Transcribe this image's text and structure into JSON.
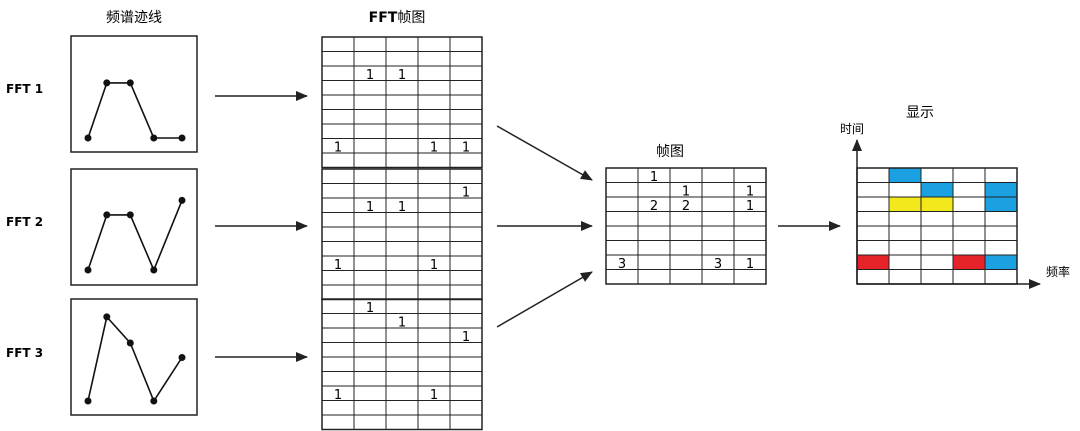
{
  "labels": {
    "spectrum_title": "频谱迹线",
    "fft_frame_title_bold": "FFT",
    "fft_frame_title_rest": "帧图",
    "frame_title": "帧图",
    "display_title": "显示",
    "time_axis": "时间",
    "freq_axis": "频率",
    "fft_rows": [
      "FFT 1",
      "FFT 2",
      "FFT 3"
    ]
  },
  "spectra": [
    {
      "points": [
        [
          0,
          0
        ],
        [
          0.2,
          0.95
        ],
        [
          0.45,
          0.95
        ],
        [
          0.7,
          0
        ],
        [
          1,
          0
        ]
      ]
    },
    {
      "points": [
        [
          0,
          0
        ],
        [
          0.2,
          0.95
        ],
        [
          0.45,
          0.95
        ],
        [
          0.7,
          0
        ],
        [
          1,
          1.2
        ]
      ]
    },
    {
      "points": [
        [
          0,
          0
        ],
        [
          0.2,
          1.45
        ],
        [
          0.45,
          1.0
        ],
        [
          0.7,
          0
        ],
        [
          1,
          0.75
        ]
      ]
    }
  ],
  "fft_frames": [
    {
      "rows": 9,
      "cols": 5,
      "marks": [
        {
          "r": 2,
          "c": 1,
          "v": "1"
        },
        {
          "r": 2,
          "c": 2,
          "v": "1"
        },
        {
          "r": 7,
          "c": 0,
          "v": "1"
        },
        {
          "r": 7,
          "c": 3,
          "v": "1"
        },
        {
          "r": 7,
          "c": 4,
          "v": "1"
        }
      ]
    },
    {
      "rows": 9,
      "cols": 5,
      "marks": [
        {
          "r": 1,
          "c": 4,
          "v": "1"
        },
        {
          "r": 2,
          "c": 1,
          "v": "1"
        },
        {
          "r": 2,
          "c": 2,
          "v": "1"
        },
        {
          "r": 6,
          "c": 0,
          "v": "1"
        },
        {
          "r": 6,
          "c": 3,
          "v": "1"
        }
      ]
    },
    {
      "rows": 9,
      "cols": 5,
      "marks": [
        {
          "r": 0,
          "c": 1,
          "v": "1"
        },
        {
          "r": 1,
          "c": 2,
          "v": "1"
        },
        {
          "r": 2,
          "c": 4,
          "v": "1"
        },
        {
          "r": 6,
          "c": 0,
          "v": "1"
        },
        {
          "r": 6,
          "c": 3,
          "v": "1"
        }
      ]
    }
  ],
  "frame_map": {
    "rows": 8,
    "cols": 5,
    "marks": [
      {
        "r": 0,
        "c": 1,
        "v": "1"
      },
      {
        "r": 1,
        "c": 2,
        "v": "1"
      },
      {
        "r": 1,
        "c": 4,
        "v": "1"
      },
      {
        "r": 2,
        "c": 1,
        "v": "2"
      },
      {
        "r": 2,
        "c": 2,
        "v": "2"
      },
      {
        "r": 2,
        "c": 4,
        "v": "1"
      },
      {
        "r": 6,
        "c": 0,
        "v": "3"
      },
      {
        "r": 6,
        "c": 3,
        "v": "3"
      },
      {
        "r": 6,
        "c": 4,
        "v": "1"
      }
    ]
  },
  "display": {
    "rows": 8,
    "cols": 5,
    "colors": {
      "blue": "#1ba1e2",
      "yellow": "#f2e81c",
      "red": "#e62329"
    },
    "cells": [
      {
        "r": 0,
        "c": 1,
        "color": "blue"
      },
      {
        "r": 1,
        "c": 2,
        "color": "blue"
      },
      {
        "r": 1,
        "c": 4,
        "color": "blue"
      },
      {
        "r": 2,
        "c": 1,
        "color": "yellow"
      },
      {
        "r": 2,
        "c": 2,
        "color": "yellow"
      },
      {
        "r": 2,
        "c": 4,
        "color": "blue"
      },
      {
        "r": 6,
        "c": 0,
        "color": "red"
      },
      {
        "r": 6,
        "c": 3,
        "color": "red"
      },
      {
        "r": 6,
        "c": 4,
        "color": "blue"
      }
    ]
  }
}
